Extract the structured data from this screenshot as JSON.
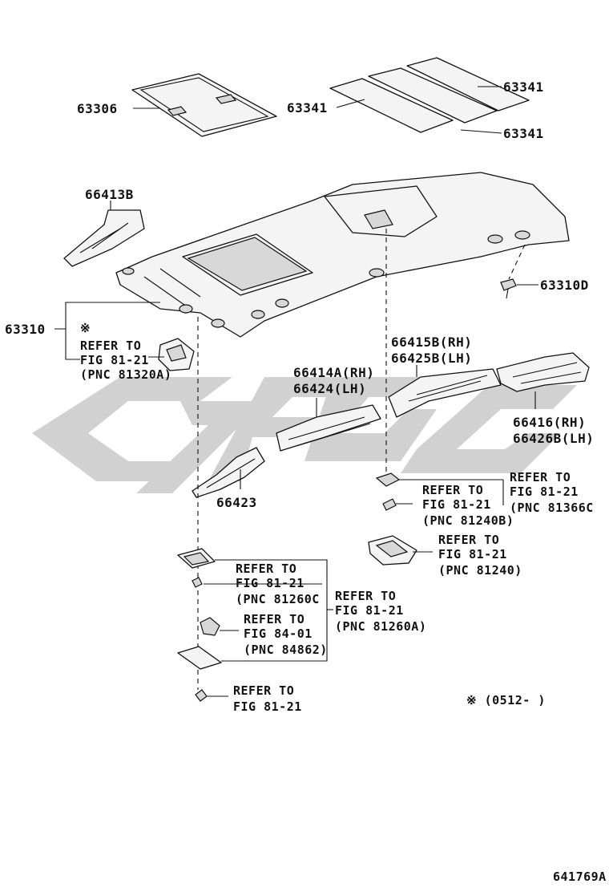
{
  "labels": {
    "p63306": "63306",
    "p63341_left": "63341",
    "p63341_top": "63341",
    "p63341_bottom": "63341",
    "p66413B": "66413B",
    "p63310": "63310",
    "p63310D": "63310D",
    "p66415B": "66415B(RH)",
    "p66425B": "66425B(LH)",
    "p66414A": "66414A(RH)",
    "p66424": "66424(LH)",
    "p66416": "66416(RH)",
    "p66426B": "66426B(LH)",
    "p66423": "66423",
    "note_mark": "※",
    "note_range": "※ (0512-    )",
    "figure_id": "641769A"
  },
  "refs": {
    "r81320A": [
      "REFER TO",
      "FIG 81-21",
      "(PNC 81320A)"
    ],
    "r81366C": [
      "REFER TO",
      "FIG 81-21",
      "(PNC 81366C"
    ],
    "r81240B": [
      "REFER TO",
      "FIG 81-21",
      "(PNC 81240B)"
    ],
    "r81240": [
      "REFER TO",
      "FIG 81-21",
      "(PNC 81240)"
    ],
    "r81260C": [
      "REFER TO",
      "FIG 81-21",
      "(PNC 81260C"
    ],
    "r81260A": [
      "REFER TO",
      "FIG 81-21",
      "(PNC 81260A)"
    ],
    "r84862": [
      "REFER TO",
      "FIG 84-01",
      "(PNC 84862)"
    ],
    "r8121": [
      "REFER TO",
      "FIG 81-21"
    ]
  },
  "watermark": {
    "color": "#c9c9c9"
  }
}
